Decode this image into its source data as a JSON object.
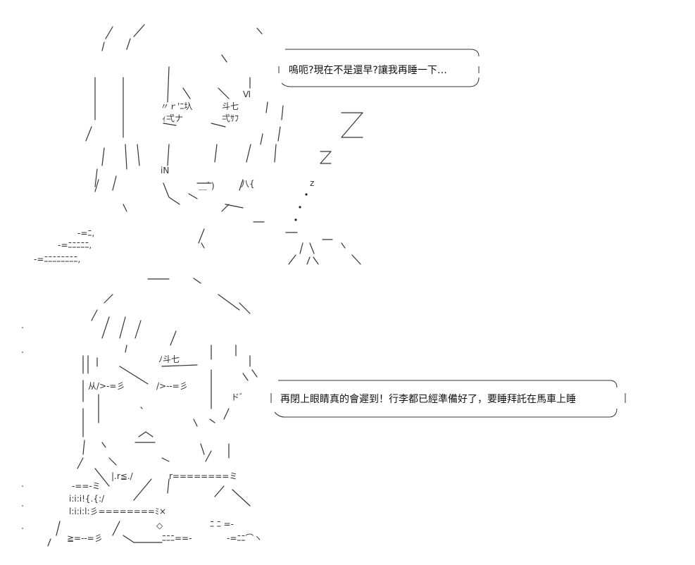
{
  "speech_bubbles": [
    {
      "id": "top",
      "text": "嗚呃?現在不是還早?讓我再睡一下…"
    },
    {
      "id": "bottom",
      "text": "再閉上眼睛真的會遲到！行李都已經準備好了，要睡拜託在馬車上睡"
    }
  ],
  "sleep_symbols": {
    "big_z": "Z",
    "medium_z": "Z",
    "small_z": "z"
  },
  "ascii_fragments": {
    "top_left_1": "-=ﾆ,",
    "top_left_2": "-=ﾆﾆﾆﾆﾆ,",
    "top_left_3": "-=ﾆﾆﾆﾆﾆﾆﾆﾆ,",
    "top_face_1": "〃ｒ'ﾆ圦",
    "top_face_2": "斗七",
    "top_face_3": "ｨ弌ナ",
    "top_face_4": "弌ｻﾌ",
    "top_n": "iN",
    "top_vi": "Ⅵ",
    "top_mouth": "＿ﾞ)",
    "top_chars": "八{",
    "bottom_face_1": "ﾉ斗七",
    "bottom_face_2": "从/>-=彡",
    "bottom_face_3": "/>--=彡",
    "bottom_mouth": "⌒",
    "bottom_do": "ドﾞ",
    "bottom_hand_1": "-==-ミ",
    "bottom_hand_2": "r========ミ",
    "bottom_hand_3": "i:i:i!{.{:/",
    "bottom_hand_4": "l:i:i:l:彡========ﾐ×",
    "bottom_hand_5": "≧=--=彡",
    "bottom_hand_6": "ﾆﾆﾆ==-",
    "bottom_hand_7": "-=ﾆﾆ⌒ヽ",
    "bottom_hand_8": "ﾆ ﾆ =-",
    "bottom_diamond": "◇",
    "bottom_rr": "|.r≦./"
  },
  "icons": {
    "z_sleep": "sleep-z-icon"
  }
}
